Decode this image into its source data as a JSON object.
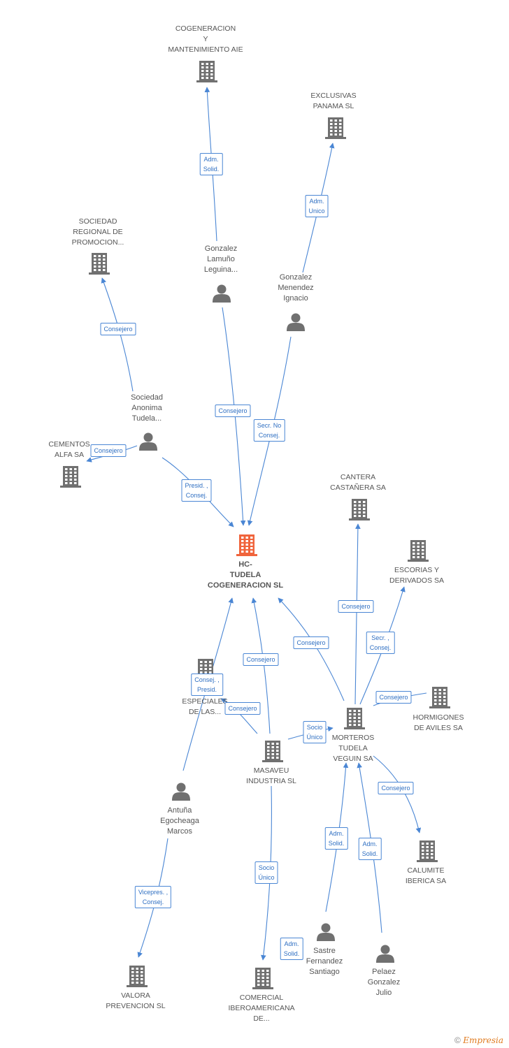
{
  "colors": {
    "edge": "#4a86d4",
    "node_icon": "#707070",
    "main_icon": "#f0643c",
    "label": "#555555"
  },
  "nodes": {
    "cogen_mant": {
      "label": "COGENERACION\nY\nMANTENIMIENTO AIE",
      "type": "company"
    },
    "exclusivas": {
      "label": "EXCLUSIVAS\nPANAMA SL",
      "type": "company"
    },
    "sociedad_regional": {
      "label": "SOCIEDAD\nREGIONAL DE\nPROMOCION...",
      "type": "company"
    },
    "gonzalez_lamuno": {
      "label": "Gonzalez\nLamuño\nLeguina...",
      "type": "person"
    },
    "gonzalez_menendez": {
      "label": "Gonzalez\nMenendez\nIgnacio",
      "type": "person"
    },
    "sociedad_anonima": {
      "label": "Sociedad\nAnonima\nTudela...",
      "type": "person"
    },
    "cementos_alfa": {
      "label": "CEMENTOS\nALFA SA",
      "type": "company"
    },
    "hc_tudela": {
      "label": "HC-\nTUDELA\nCOGENERACION SL",
      "type": "main"
    },
    "cantera": {
      "label": "CANTERA\nCASTAÑERA SA",
      "type": "company"
    },
    "escorias": {
      "label": "ESCORIAS Y\nDERIVADOS SA",
      "type": "company"
    },
    "especiales": {
      "label": "C...\nESPECIALES\nDE LAS...",
      "type": "company"
    },
    "hormigones": {
      "label": "HORMIGONES\nDE AVILES SA",
      "type": "company"
    },
    "morteros": {
      "label": "MORTEROS\nTUDELA\nVEGUIN SA",
      "type": "company"
    },
    "masaveu": {
      "label": "MASAVEU\nINDUSTRIA SL",
      "type": "company"
    },
    "antuna": {
      "label": "Antuña\nEgocheaga\nMarcos",
      "type": "person"
    },
    "calumite": {
      "label": "CALUMITE\nIBERICA SA",
      "type": "company"
    },
    "valora": {
      "label": "VALORA\nPREVENCION SL",
      "type": "company"
    },
    "comercial": {
      "label": "COMERCIAL\nIBEROAMERICANA\nDE...",
      "type": "company"
    },
    "sastre": {
      "label": "Sastre\nFernandez\nSantiago",
      "type": "person"
    },
    "pelaez": {
      "label": "Pelaez\nGonzalez\nJulio",
      "type": "person"
    }
  },
  "edges": [
    {
      "id": "e1",
      "label": "Adm.\nSolid."
    },
    {
      "id": "e2",
      "label": "Adm.\nUnico"
    },
    {
      "id": "e3",
      "label": "Consejero"
    },
    {
      "id": "e4",
      "label": "Consejero"
    },
    {
      "id": "e5",
      "label": "Secr.  No\nConsej."
    },
    {
      "id": "e6",
      "label": "Consejero"
    },
    {
      "id": "e7",
      "label": "Presid. ,\nConsej."
    },
    {
      "id": "e8",
      "label": "Consejero"
    },
    {
      "id": "e9",
      "label": "Secr. ,\nConsej."
    },
    {
      "id": "e10",
      "label": "Consejero"
    },
    {
      "id": "e11",
      "label": "Consejero"
    },
    {
      "id": "e12",
      "label": "Consej. ,\nPresid."
    },
    {
      "id": "e13",
      "label": "Consejero"
    },
    {
      "id": "e14",
      "label": "Consejero"
    },
    {
      "id": "e15",
      "label": "Socio\nÚnico"
    },
    {
      "id": "e16",
      "label": "Consejero"
    },
    {
      "id": "e17",
      "label": "Adm.\nSolid."
    },
    {
      "id": "e18",
      "label": "Adm.\nSolid."
    },
    {
      "id": "e19",
      "label": "Vicepres. ,\nConsej."
    },
    {
      "id": "e20",
      "label": "Socio\nÚnico"
    },
    {
      "id": "e21",
      "label": "Adm.\nSolid."
    }
  ],
  "footer": {
    "copyright": "©",
    "brand": "Empresia"
  }
}
